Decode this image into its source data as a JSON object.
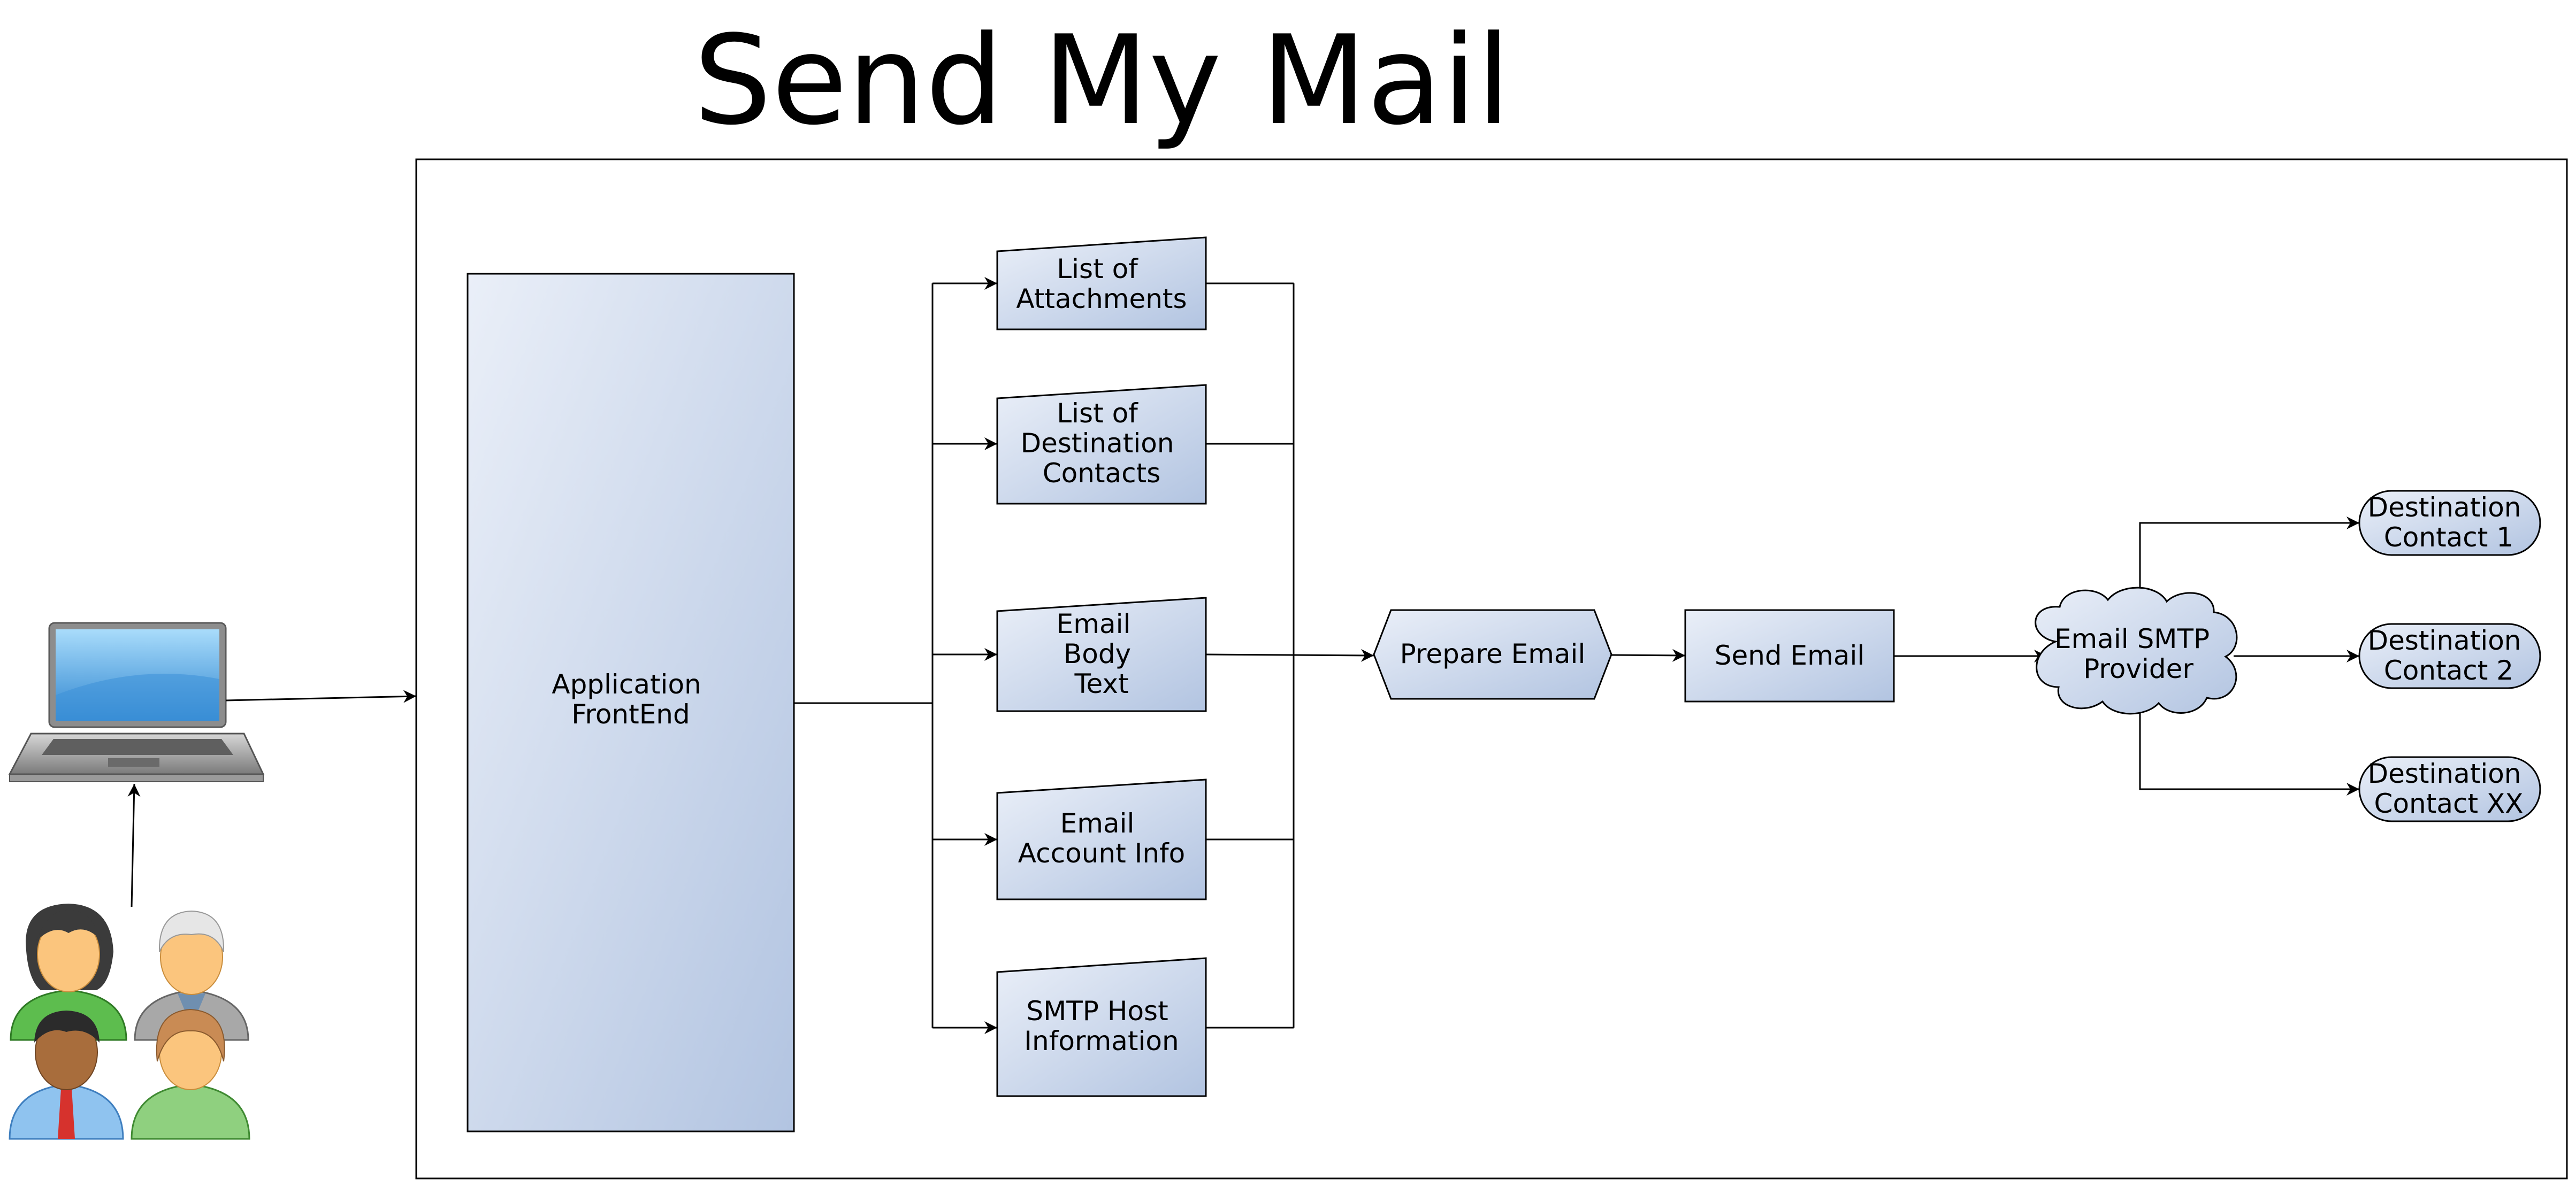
{
  "title": "Send My Mail",
  "nodes": {
    "app_frontend": [
      "Application",
      "FrontEnd"
    ],
    "attachments": [
      "List of",
      "Attachments"
    ],
    "destination_contacts": [
      "List of",
      "Destination",
      "Contacts"
    ],
    "email_body": [
      "Email",
      "Body",
      "Text"
    ],
    "email_account": [
      "Email",
      "Account Info"
    ],
    "smtp_host": [
      "SMTP Host",
      "Information"
    ],
    "prepare_email": [
      "Prepare Email"
    ],
    "send_email": [
      "Send Email"
    ],
    "smtp_provider": [
      "Email SMTP",
      "Provider"
    ],
    "dest_1": [
      "Destination",
      "Contact 1"
    ],
    "dest_2": [
      "Destination",
      "Contact 2"
    ],
    "dest_xx": [
      "Destination",
      "Contact XX"
    ]
  },
  "icons": [
    "laptop-icon",
    "users-group-icon"
  ],
  "colors": {
    "node_light": "#e9eef7",
    "node_dark": "#b4c6e2",
    "stroke": "#000000"
  }
}
